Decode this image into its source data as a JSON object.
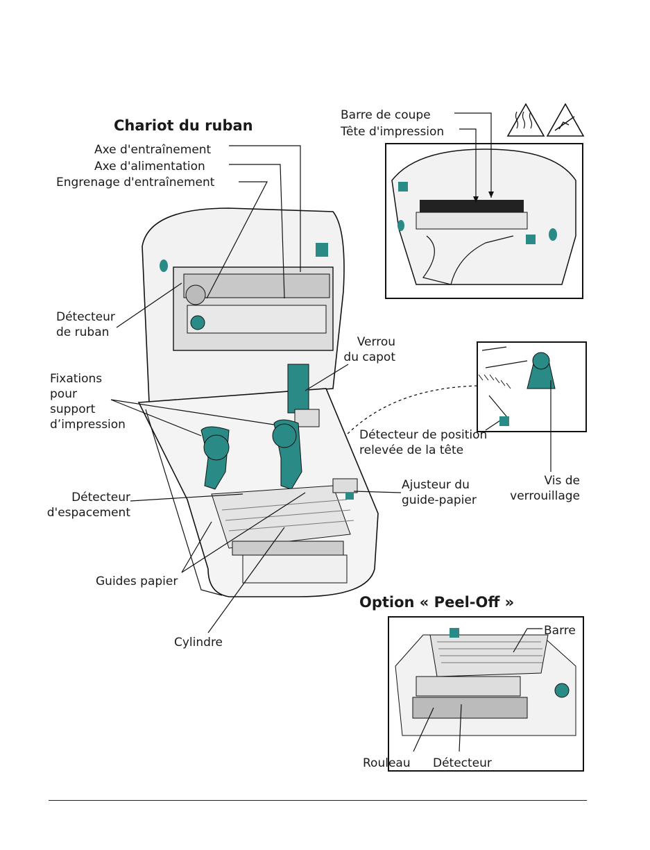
{
  "titles": {
    "ribbon_carriage": "Chariot du ruban",
    "peel_off": "Option « Peel-Off »"
  },
  "labels": {
    "drive_shaft": "Axe d'entraînement",
    "supply_shaft": "Axe d'alimentation",
    "drive_gear": "Engrenage d'entraînement",
    "ribbon_sensor": [
      "Détecteur",
      "de ruban"
    ],
    "media_holders": [
      "Fixations",
      "pour",
      "support",
      "d’impression"
    ],
    "gap_sensor": [
      "Détecteur",
      "d'espacement"
    ],
    "media_guides": "Guides papier",
    "platen": "Cylindre",
    "cover_latch": [
      "Verrou",
      "du capot"
    ],
    "head_open_sensor": [
      "Détecteur de position",
      "relevée de la tête"
    ],
    "guide_adjuster": [
      "Ajusteur du",
      "guide-papier"
    ],
    "lock_screw": [
      "Vis de",
      "verrouillage"
    ],
    "cutter_bar": "Barre de coupe",
    "printhead": "Tête d'impression",
    "peel_bar": "Barre",
    "peel_roller": "Rouleau",
    "peel_sensor": "Détecteur"
  },
  "warning_icons": [
    "hot-surface-icon",
    "esd-warning-icon"
  ],
  "colors": {
    "accent_teal": "#2a8a86",
    "line": "#1a1a1a",
    "body_fill": "#f2f2f2"
  }
}
